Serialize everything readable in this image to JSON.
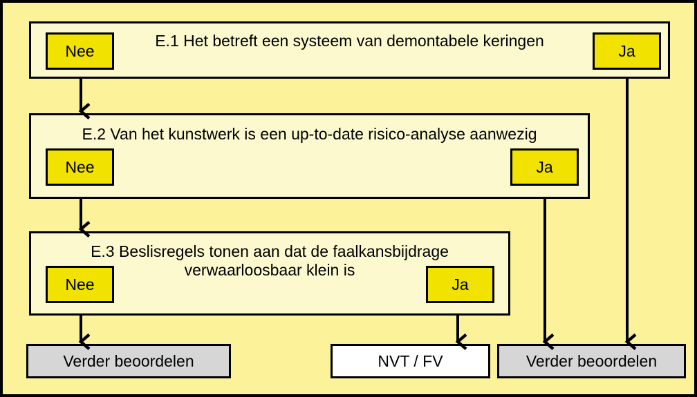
{
  "colors": {
    "background": "#fbf29a",
    "question_fill": "#fcf9cf",
    "answer_fill": "#f2e200",
    "outcome_grey": "#d6d6d6",
    "outcome_white": "#ffffff",
    "stroke": "#000000"
  },
  "questions": [
    {
      "id": "E1",
      "text": "E.1 Het betreft een systeem van demontabele keringen",
      "no": "Nee",
      "yes": "Ja"
    },
    {
      "id": "E2",
      "text": "E.2 Van het kunstwerk is een up-to-date risico-analyse aanwezig",
      "no": "Nee",
      "yes": "Ja"
    },
    {
      "id": "E3",
      "text": "E.3 Beslisregels tonen aan dat de faalkansbijdrage\nverwaarloosbaar klein is",
      "no": "Nee",
      "yes": "Ja"
    }
  ],
  "outcomes": [
    {
      "id": "left",
      "text": "Verder beoordelen"
    },
    {
      "id": "center",
      "text": "NVT / FV"
    },
    {
      "id": "right",
      "text": "Verder beoordelen"
    }
  ]
}
